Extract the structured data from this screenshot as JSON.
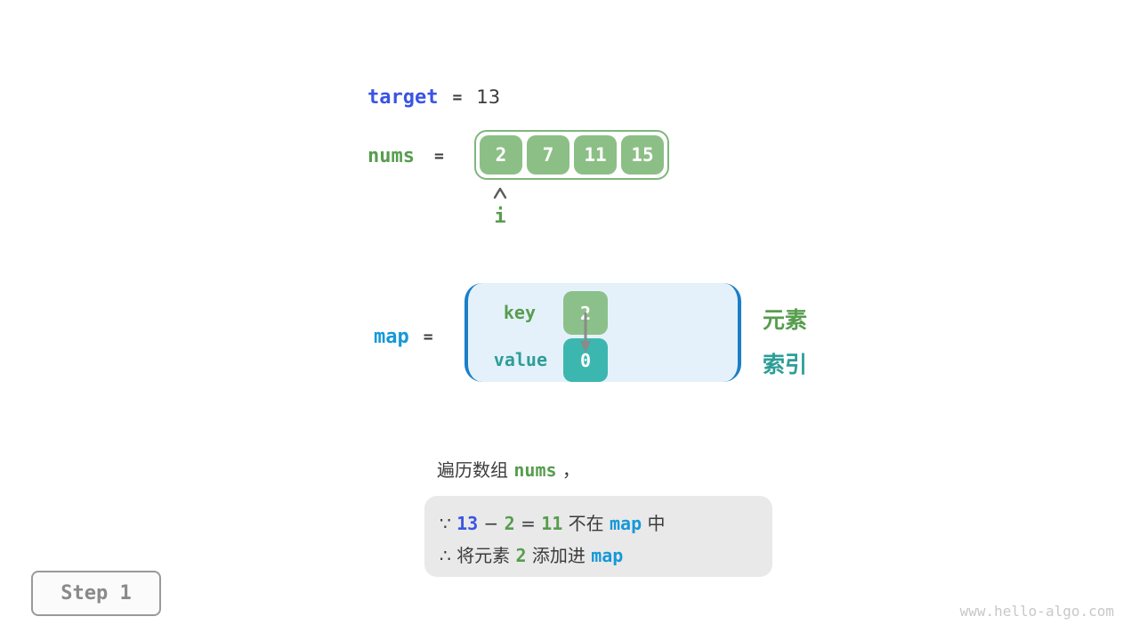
{
  "colors": {
    "royal_blue": "#3a54e4",
    "azure_blue": "#1698d8",
    "green_text": "#579d4e",
    "teal_text": "#2d9e97",
    "dark_text": "#3b3b3b",
    "green_cell": "#8cbf86",
    "green_border": "#7eb77d",
    "teal_cell": "#3cb7b0",
    "map_fill": "#e4f1fa",
    "map_border": "#1b7ec8",
    "note_bg": "#e9e9e9",
    "arrow_gray": "#8a8a8a",
    "watermark_gray": "#c8c8c8"
  },
  "figure": {
    "target_row": {
      "label": "target",
      "equals": "=",
      "value": "13"
    },
    "nums_row": {
      "label": "nums",
      "equals": "="
    },
    "nums_values": [
      "2",
      "7",
      "11",
      "15"
    ],
    "pointer_label": "i",
    "map_row": {
      "label": "map",
      "equals": "="
    },
    "map_table": {
      "key_label": "key",
      "key_value": "2",
      "value_label": "value",
      "value_value": "0"
    },
    "side_labels": {
      "element": "元素",
      "index": "索引"
    },
    "caption_tokens": [
      {
        "t": "遍历数组 ",
        "c": "dark"
      },
      {
        "t": "nums",
        "c": "green",
        "mono": true
      },
      {
        "t": " ，",
        "c": "dark"
      }
    ],
    "note_line1_tokens": [
      {
        "t": "∵ ",
        "c": "dark"
      },
      {
        "t": "13",
        "c": "blue",
        "mono": true
      },
      {
        "t": " − ",
        "c": "dark"
      },
      {
        "t": "2",
        "c": "green",
        "mono": true
      },
      {
        "t": " = ",
        "c": "dark"
      },
      {
        "t": "11",
        "c": "green",
        "mono": true
      },
      {
        "t": " 不在 ",
        "c": "dark"
      },
      {
        "t": "map",
        "c": "azure",
        "mono": true
      },
      {
        "t": " 中",
        "c": "dark"
      }
    ],
    "note_line2_tokens": [
      {
        "t": "∴ 将元素 ",
        "c": "dark"
      },
      {
        "t": "2",
        "c": "green",
        "mono": true
      },
      {
        "t": " 添加进 ",
        "c": "dark"
      },
      {
        "t": "map",
        "c": "azure",
        "mono": true
      }
    ],
    "step_badge": "Step 1",
    "watermark": "www.hello-algo.com"
  }
}
